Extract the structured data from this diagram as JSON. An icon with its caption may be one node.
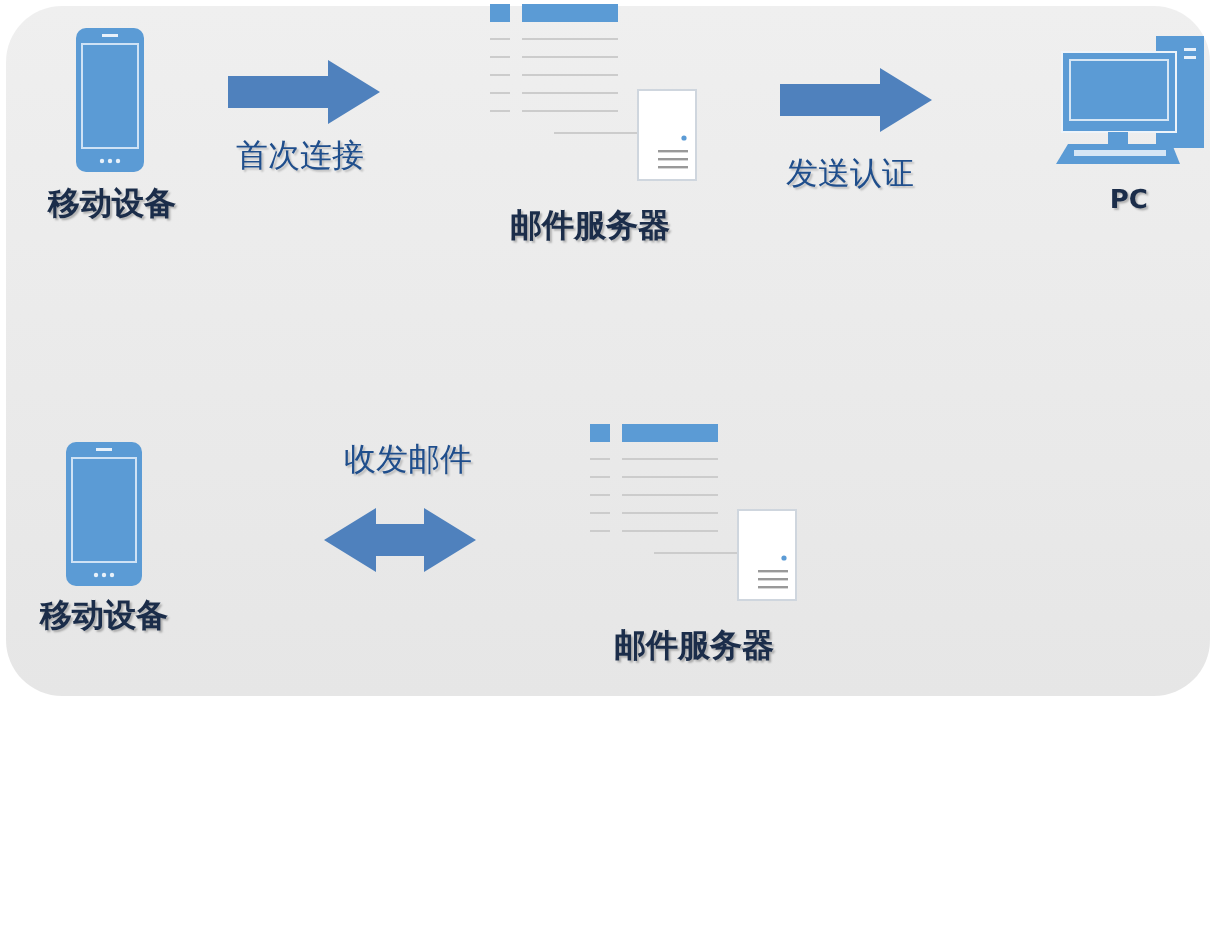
{
  "diagram": {
    "nodes": [
      {
        "text": [
          "移动设备"
        ]
      },
      {
        "text": [
          "邮件服务器"
        ]
      },
      {
        "text": [
          "PC"
        ]
      },
      {
        "text": [
          "移动设备"
        ]
      },
      {
        "text": [
          "邮件服务器"
        ]
      }
    ],
    "edges": [
      {
        "from": 0,
        "to": 1,
        "arrow": "to",
        "label": "首次连接"
      },
      {
        "from": 1,
        "to": 2,
        "arrow": "to",
        "label": "发送认证"
      },
      {
        "from": 3,
        "to": 4,
        "arrow": "both",
        "label": "收发邮件"
      }
    ]
  }
}
